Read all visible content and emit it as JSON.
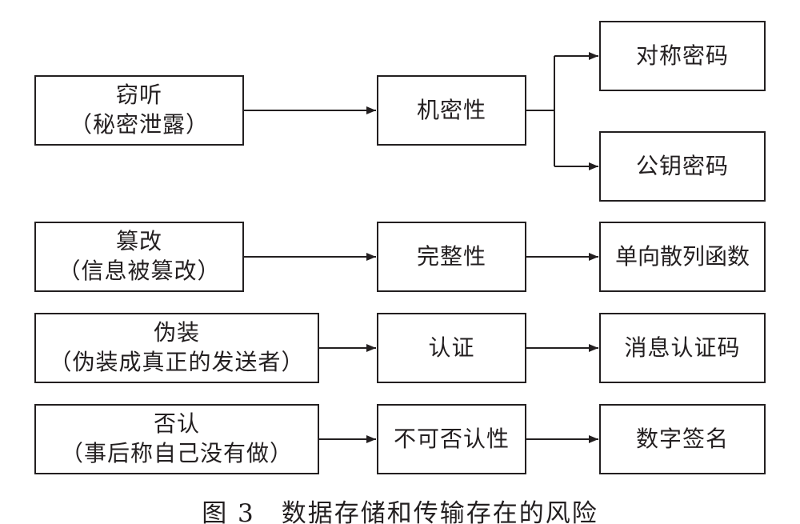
{
  "threats": [
    {
      "name": "窃听",
      "desc": "（秘密泄露）"
    },
    {
      "name": "篡改",
      "desc": "（信息被篡改）"
    },
    {
      "name": "伪装",
      "desc": "（伪装成真正的发送者）"
    },
    {
      "name": "否认",
      "desc": "（事后称自己没有做）"
    }
  ],
  "properties": [
    "机密性",
    "完整性",
    "认证",
    "不可否认性"
  ],
  "techniques": [
    "对称密码",
    "公钥密码",
    "单向散列函数",
    "消息认证码",
    "数字签名"
  ],
  "caption": "图 3　数据存储和传输存在的风险"
}
